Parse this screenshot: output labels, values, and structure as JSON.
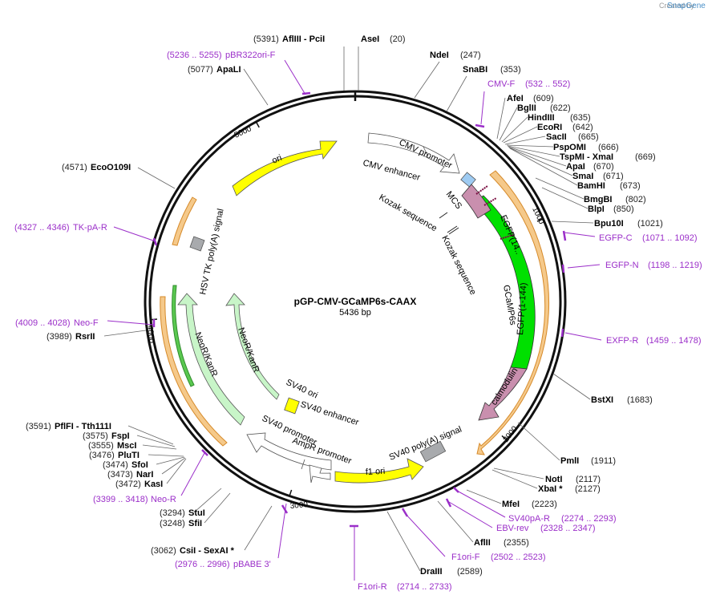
{
  "header": {
    "created_by": "Created by",
    "brand": "SnapGene"
  },
  "plasmid": {
    "name": "pGP-CMV-GCaMP6s-CAAX",
    "size": "5436 bp",
    "length": 5436
  },
  "colors": {
    "primer": "#9b2fc9",
    "ori": "#ffff00",
    "neo": "#c8f5c8",
    "egfp": "#00e000",
    "calmodulin": "#c98fae",
    "mcs": "#9ecbf2",
    "polyA": "#a8aaad"
  },
  "ticks": [
    {
      "bp": 1000,
      "label": "1000"
    },
    {
      "bp": 2000,
      "label": "2000"
    },
    {
      "bp": 3000,
      "label": "3000"
    },
    {
      "bp": 4000,
      "label": "4000"
    },
    {
      "bp": 5000,
      "label": "5000"
    }
  ],
  "sites": [
    {
      "name": "AseI",
      "pos": "(20)",
      "bp": 20
    },
    {
      "name": "NdeI",
      "pos": "(247)",
      "bp": 247
    },
    {
      "name": "SnaBI",
      "pos": "(353)",
      "bp": 353
    },
    {
      "name": "AfeI",
      "pos": "(609)",
      "bp": 609
    },
    {
      "name": "BglII",
      "pos": "(622)",
      "bp": 622
    },
    {
      "name": "HindIII",
      "pos": "(635)",
      "bp": 635
    },
    {
      "name": "EcoRI",
      "pos": "(642)",
      "bp": 642
    },
    {
      "name": "SacII",
      "pos": "(665)",
      "bp": 665
    },
    {
      "name": "PspOMI",
      "pos": "(666)",
      "bp": 666
    },
    {
      "name": "TspMI  - XmaI",
      "pos": "(669)",
      "bp": 669
    },
    {
      "name": "ApaI",
      "pos": "(670)",
      "bp": 670
    },
    {
      "name": "SmaI",
      "pos": "(671)",
      "bp": 671
    },
    {
      "name": "BamHI",
      "pos": "(673)",
      "bp": 673
    },
    {
      "name": "BmgBI",
      "pos": "(802)",
      "bp": 802
    },
    {
      "name": "BlpI",
      "pos": "(850)",
      "bp": 850
    },
    {
      "name": "Bpu10I",
      "pos": "(1021)",
      "bp": 1021
    },
    {
      "name": "BstXI",
      "pos": "(1683)",
      "bp": 1683
    },
    {
      "name": "PmlI",
      "pos": "(1911)",
      "bp": 1911
    },
    {
      "name": "NotI",
      "pos": "(2117)",
      "bp": 2117
    },
    {
      "name": "XbaI *",
      "pos": "(2127)",
      "bp": 2127
    },
    {
      "name": "MfeI",
      "pos": "(2223)",
      "bp": 2223
    },
    {
      "name": "AflII",
      "pos": "(2355)",
      "bp": 2355
    },
    {
      "name": "DraIII",
      "pos": "(2589)",
      "bp": 2589
    },
    {
      "name": "CsiI  - SexAI *",
      "pos": "(3062)",
      "bp": 3062
    },
    {
      "name": "SfiI",
      "pos": "(3248)",
      "bp": 3248
    },
    {
      "name": "StuI",
      "pos": "(3294)",
      "bp": 3294
    },
    {
      "name": "KasI",
      "pos": "(3472)",
      "bp": 3472
    },
    {
      "name": "NarI",
      "pos": "(3473)",
      "bp": 3473
    },
    {
      "name": "SfoI",
      "pos": "(3474)",
      "bp": 3474
    },
    {
      "name": "PluTI",
      "pos": "(3476)",
      "bp": 3476
    },
    {
      "name": "MscI",
      "pos": "(3555)",
      "bp": 3555
    },
    {
      "name": "FspI",
      "pos": "(3575)",
      "bp": 3575
    },
    {
      "name": "PflFI  - Tth111I",
      "pos": "(3591)",
      "bp": 3591
    },
    {
      "name": "RsrII",
      "pos": "(3989)",
      "bp": 3989
    },
    {
      "name": "EcoO109I",
      "pos": "(4571)",
      "bp": 4571
    },
    {
      "name": "ApaLI",
      "pos": "(5077)",
      "bp": 5077
    },
    {
      "name": "AflIII  - PciI",
      "pos": "(5391)",
      "bp": 5391
    }
  ],
  "primers": [
    {
      "name": "CMV-F",
      "pos": "(532 .. 552)",
      "start": 532,
      "end": 552
    },
    {
      "name": "EGFP-C",
      "pos": "(1071 .. 1092)",
      "start": 1071,
      "end": 1092
    },
    {
      "name": "EGFP-N",
      "pos": "(1198 .. 1219)",
      "start": 1198,
      "end": 1219
    },
    {
      "name": "EXFP-R",
      "pos": "(1459 .. 1478)",
      "start": 1459,
      "end": 1478
    },
    {
      "name": "SV40pA-R",
      "pos": "(2274 .. 2293)",
      "start": 2274,
      "end": 2293
    },
    {
      "name": "EBV-rev",
      "pos": "(2328 .. 2347)",
      "start": 2328,
      "end": 2347
    },
    {
      "name": "F1ori-F",
      "pos": "(2502 .. 2523)",
      "start": 2502,
      "end": 2523
    },
    {
      "name": "F1ori-R",
      "pos": "(2714 .. 2733)",
      "start": 2714,
      "end": 2733
    },
    {
      "name": "pBABE 3'",
      "pos": "(2976 .. 2996)",
      "start": 2976,
      "end": 2996
    },
    {
      "name": "Neo-R",
      "pos": "(3399 .. 3418)",
      "start": 3399,
      "end": 3418
    },
    {
      "name": "Neo-F",
      "pos": "(4009 .. 4028)",
      "start": 4009,
      "end": 4028
    },
    {
      "name": "TK-pA-R",
      "pos": "(4327 .. 4346)",
      "start": 4327,
      "end": 4346
    },
    {
      "name": "pBR322ori-F",
      "pos": "(5236 .. 5255)",
      "start": 5236,
      "end": 5255
    }
  ],
  "features": [
    {
      "name": "CMV enhancer",
      "start": 235,
      "end": 615
    },
    {
      "name": "CMV promoter",
      "start": 450,
      "end": 655
    },
    {
      "name": "MCS",
      "start": 660,
      "end": 720
    },
    {
      "name": "Kozak sequence",
      "start": 760,
      "end": 770
    },
    {
      "name": "Kozak sequence",
      "start": 1180,
      "end": 1190
    },
    {
      "name": "EGFP(14..",
      "start": 850,
      "end": 1150
    },
    {
      "name": "EGFP(1-144)",
      "start": 1150,
      "end": 1580
    },
    {
      "name": "GCaMP6s",
      "start": 720,
      "end": 2080
    },
    {
      "name": "calmodulin",
      "start": 1580,
      "end": 2060
    },
    {
      "name": "SV40 poly(A) signal",
      "start": 2230,
      "end": 2360
    },
    {
      "name": "f1 ori",
      "start": 2420,
      "end": 2850
    },
    {
      "name": "AmpR promoter",
      "start": 2870,
      "end": 3000
    },
    {
      "name": "SV40 promoter",
      "start": 3000,
      "end": 3330
    },
    {
      "name": "SV40 enhancer",
      "start": 3180,
      "end": 3360
    },
    {
      "name": "SV40 ori",
      "start": 3220,
      "end": 3360
    },
    {
      "name": "NeoR/KanR",
      "start": 3380,
      "end": 4180
    },
    {
      "name": "NeoR/KanR",
      "start": 3380,
      "end": 4180
    },
    {
      "name": "HSV TK poly(A) signal",
      "start": 4230,
      "end": 4430
    },
    {
      "name": "ori",
      "start": 4700,
      "end": 5290
    }
  ]
}
